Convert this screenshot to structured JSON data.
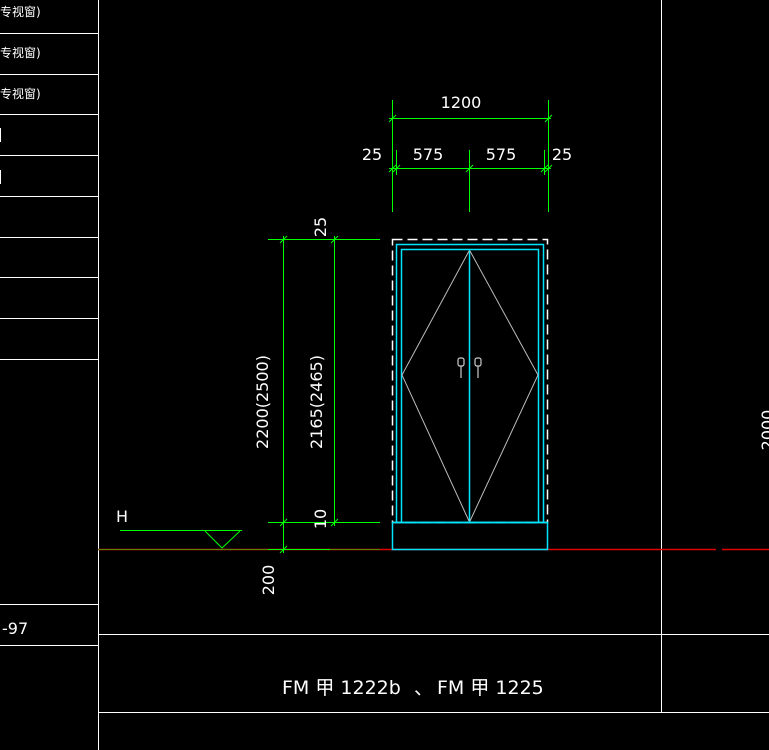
{
  "left_panel": {
    "rows": [
      "专视窗)",
      "专视窗)",
      "专视窗)"
    ],
    "code": "-97"
  },
  "elevation": {
    "total_width": "1200",
    "left_margin": "25",
    "leaf_left": "575",
    "leaf_right": "575",
    "right_margin": "25",
    "top_gap": "25",
    "overall_height": "2200(2500)",
    "leaf_height": "2165(2465)",
    "bottom_gap": "10",
    "base_height": "200",
    "level_mark": "H"
  },
  "title": {
    "part1": "FM 甲 1222b",
    "separator": "、",
    "part2": "FM 甲 1225"
  },
  "right_edge_text": "2000"
}
